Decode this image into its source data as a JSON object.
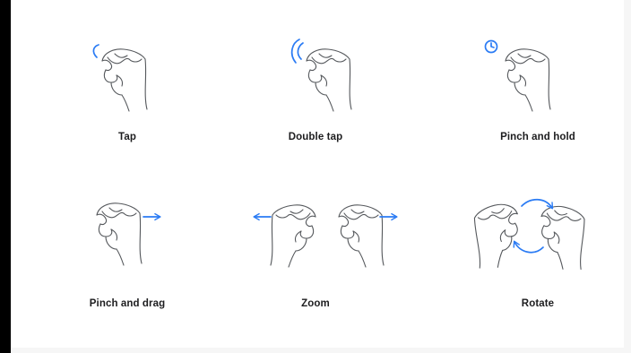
{
  "accent_color": "#2a7bf4",
  "gestures": [
    {
      "id": "tap",
      "label": "Tap",
      "icon": "tap-wave-icon"
    },
    {
      "id": "double-tap",
      "label": "Double tap",
      "icon": "double-tap-wave-icon"
    },
    {
      "id": "pinch-hold",
      "label": "Pinch and hold",
      "icon": "clock-icon"
    },
    {
      "id": "pinch-drag",
      "label": "Pinch and drag",
      "icon": "arrow-right-icon"
    },
    {
      "id": "zoom",
      "label": "Zoom",
      "icon": "arrows-outward-icon"
    },
    {
      "id": "rotate",
      "label": "Rotate",
      "icon": "rotate-arrows-icon"
    }
  ]
}
